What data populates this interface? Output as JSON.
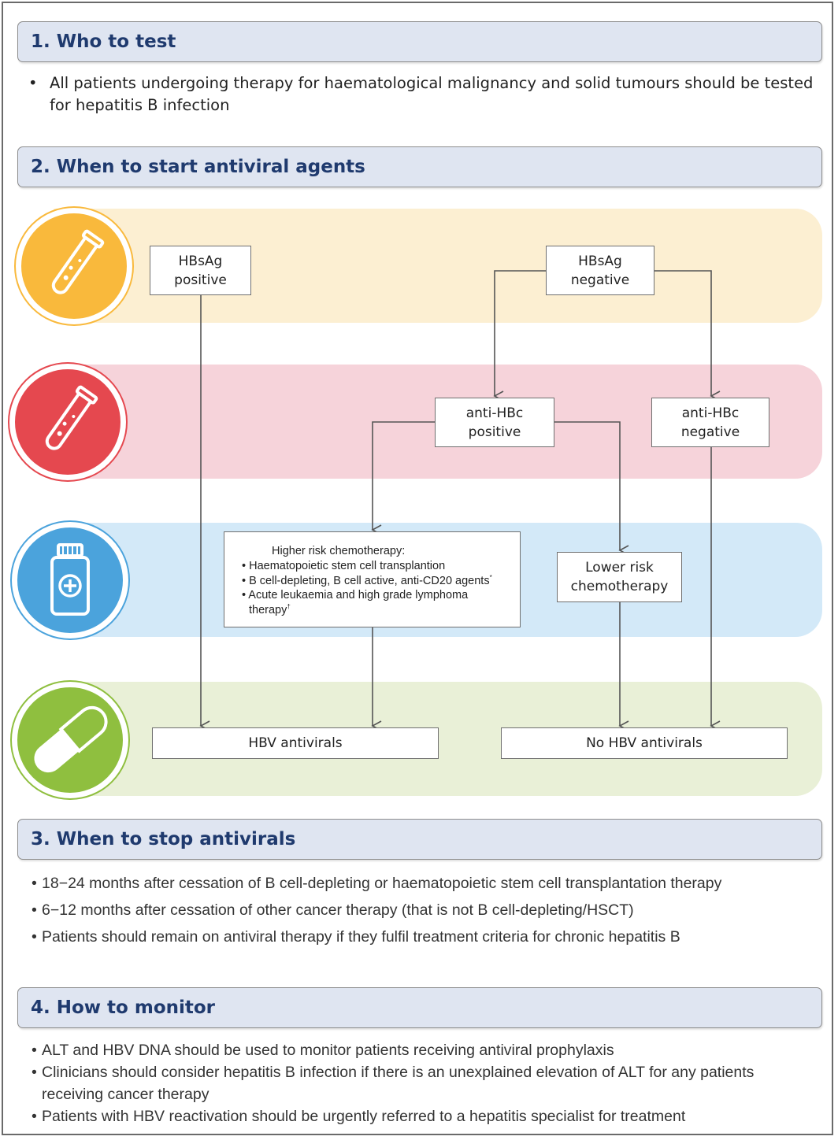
{
  "sections": {
    "who": {
      "title": "1. Who to test",
      "bullets": [
        "All patients undergoing therapy for haematological malignancy and solid tumours should be tested",
        "for hepatitis B infection"
      ]
    },
    "when_start": {
      "title": "2. When to start antiviral agents"
    },
    "when_stop": {
      "title": "3. When to stop antivirals",
      "bullets": [
        "18−24 months after cessation of B cell-depleting or haematopoietic stem cell transplantation therapy",
        "6−12 months after cessation of other cancer therapy (that is not B cell-depleting/HSCT)",
        "Patients should remain on antiviral therapy if they fulfil treatment criteria for chronic hepatitis B"
      ]
    },
    "monitor": {
      "title": "4. How to monitor",
      "bullets": [
        "ALT and HBV DNA should be used to monitor patients receiving antiviral prophylaxis",
        "Clinicians should consider hepatitis B infection if there is an unexplained elevation of ALT for any patients",
        "receiving cancer therapy",
        "Patients with HBV reactivation should be urgently referred to a hepatitis specialist for treatment"
      ]
    }
  },
  "bullet_char": "•",
  "flow": {
    "hbsag_pos": [
      "HBsAg",
      "positive"
    ],
    "hbsag_neg": [
      "HBsAg",
      "negative"
    ],
    "antihbc_pos": [
      "anti-HBc",
      "positive"
    ],
    "antihbc_neg": [
      "anti-HBc",
      "negative"
    ],
    "higher_risk": {
      "title": "Higher risk chemotherapy:",
      "items": [
        "• Haematopoietic stem cell transplantion",
        "• B cell-depleting, B cell active, anti-CD20 agents",
        "• Acute leukaemia and high grade lymphoma",
        "therapy"
      ],
      "footnote_star": "*",
      "footnote_dagger": "†"
    },
    "lower_risk": [
      "Lower risk",
      "chemotherapy"
    ],
    "hbv_antivirals": "HBV antivirals",
    "no_hbv_antivirals": "No HBV antivirals"
  },
  "icons": [
    "test-tube-icon",
    "test-tube-icon",
    "medicine-bottle-icon",
    "capsule-icon"
  ],
  "colors": {
    "header_bg": "#dfe5f1",
    "header_text": "#1f3a6e",
    "band_yellow": "#fcefd2",
    "band_pink": "#f6d3da",
    "band_blue": "#d3e9f8",
    "band_green": "#e9f0d7",
    "icon_yellow": "#f9b93c",
    "icon_red": "#e5484f",
    "icon_blue": "#4ba3dc",
    "icon_green": "#8fbf3f"
  }
}
